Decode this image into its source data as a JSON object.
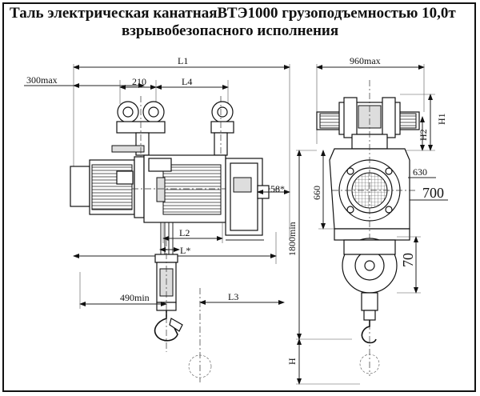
{
  "title": {
    "line1": "Таль электрическая канатнаяВТЭ1000 грузоподъемностью 10,0т",
    "line2": "взрывобезопасного исполнения"
  },
  "dimensions": {
    "l1": "L1",
    "max300": "300max",
    "d210": "210",
    "l4": "L4",
    "max960": "960max",
    "h1": "H1",
    "h2": "H2",
    "d630": "630",
    "d660": "660",
    "d700": "700",
    "d58": "58*",
    "l2": "L2",
    "lstar": "L*",
    "min1800": "1800min",
    "d70": "70",
    "min490": "490min",
    "l3": "L3",
    "h": "H"
  }
}
